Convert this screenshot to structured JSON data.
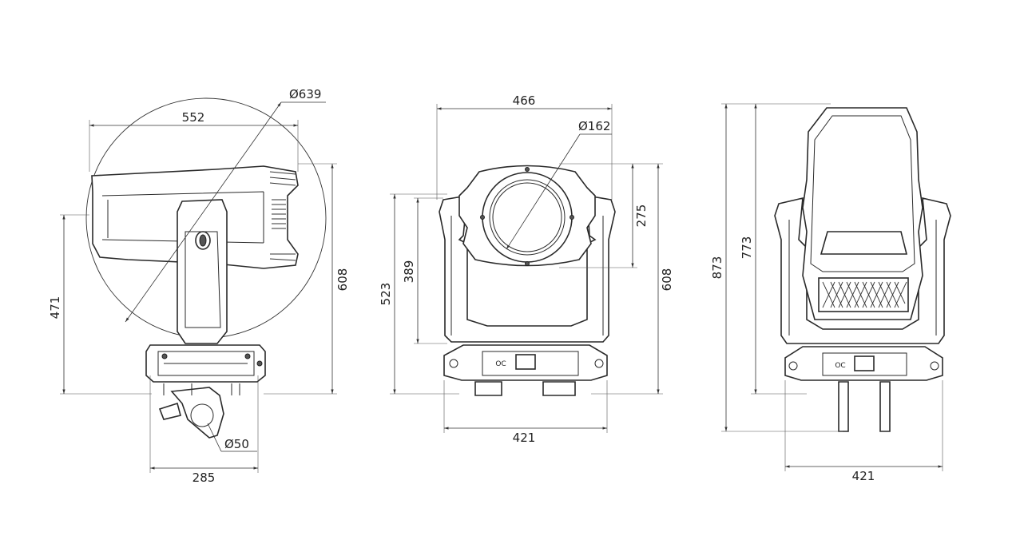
{
  "colors": {
    "line": "#2a2a2a",
    "dimension": "#333333",
    "background": "#ffffff"
  },
  "views": {
    "side": {
      "swing_diameter": "Ø639",
      "head_length": "552",
      "clamp_height": "471",
      "total_height": "608",
      "clamp_diameter": "Ø50",
      "base_width": "285"
    },
    "front": {
      "head_width": "466",
      "lens_diameter": "Ø162",
      "lens_to_top": "275",
      "yoke_height": "389",
      "body_height": "523",
      "total_height": "608",
      "base_width": "421",
      "logo": "OC"
    },
    "rear": {
      "total_height_with_clamp": "873",
      "head_tilted_height": "773",
      "base_width": "421",
      "logo": "OC"
    }
  }
}
